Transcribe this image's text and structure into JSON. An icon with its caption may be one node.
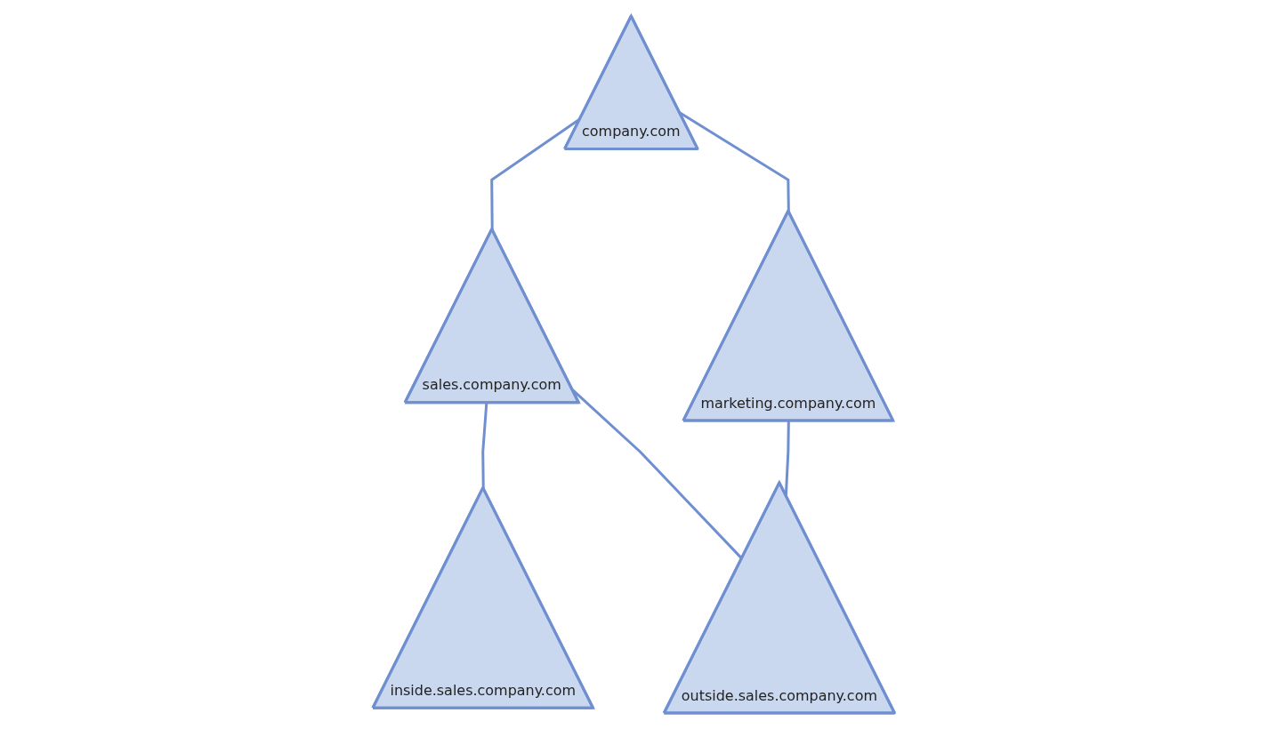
{
  "diagram": {
    "nodes": [
      {
        "text": [
          "company.com"
        ]
      },
      {
        "text": [
          "sales.company.com"
        ]
      },
      {
        "text": [
          "marketing.company.com"
        ]
      },
      {
        "text": [
          "inside.sales.company.com"
        ]
      },
      {
        "text": [
          "outside.sales.company.com"
        ]
      }
    ],
    "edges": [
      {
        "from": 0,
        "to": 1,
        "arrow": "none"
      },
      {
        "from": 0,
        "to": 2,
        "arrow": "none"
      },
      {
        "from": 1,
        "to": 3,
        "arrow": "none"
      },
      {
        "from": 1,
        "to": 4,
        "arrow": "none"
      },
      {
        "from": 2,
        "to": 4,
        "arrow": "none"
      }
    ]
  }
}
